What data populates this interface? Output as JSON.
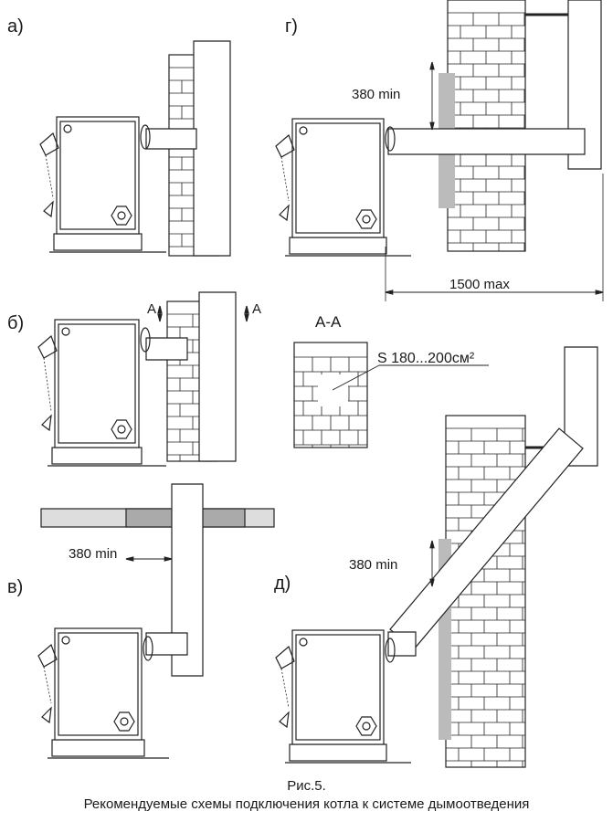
{
  "figure": {
    "panel_labels": {
      "a": "а)",
      "b": "б)",
      "v": "в)",
      "g": "г)",
      "d": "д)"
    },
    "section_label": "А-А",
    "section_marks": [
      "А",
      "А"
    ],
    "area_note": "S 180...200см²",
    "dimensions": {
      "g_height": "380 min",
      "g_length": "1500 max",
      "v_height": "380 min",
      "d_height": "380 min"
    },
    "caption_number": "Рис.5.",
    "caption_text": "Рекомендуемые схемы подключения котла к системе дымоотведения"
  }
}
